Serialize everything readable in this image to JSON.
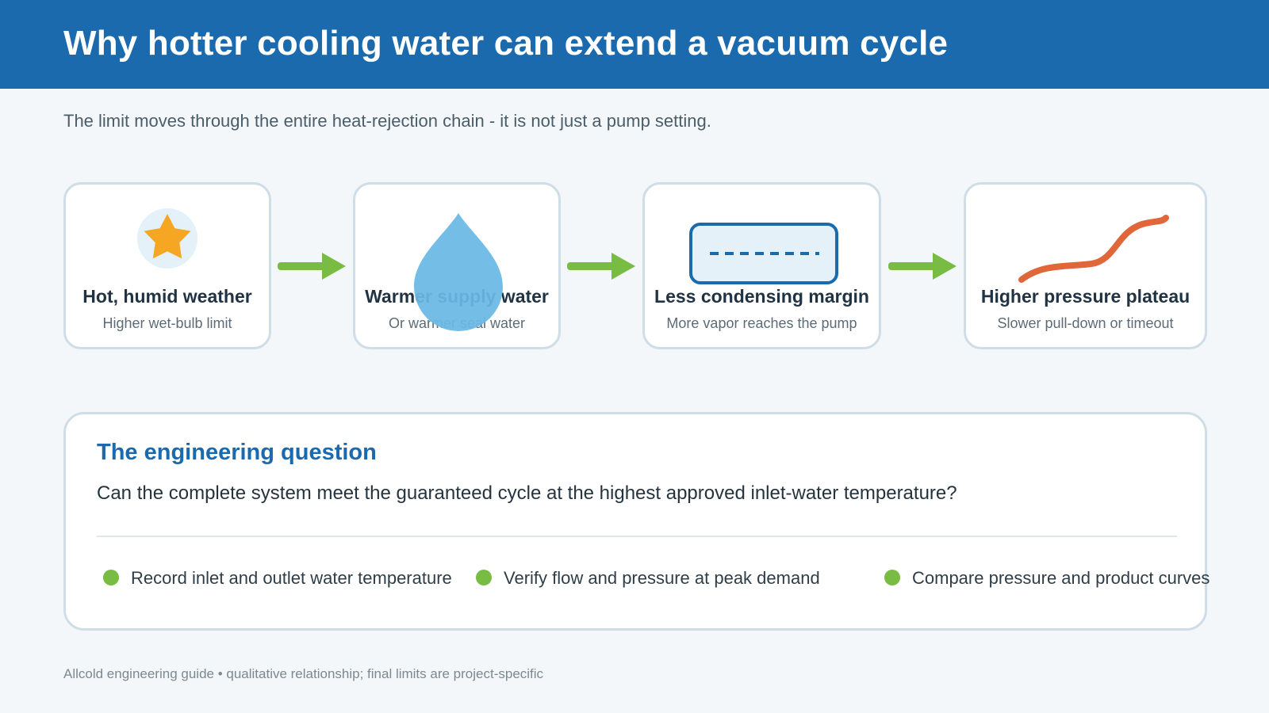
{
  "header": {
    "title": "Why hotter cooling water can extend a vacuum cycle"
  },
  "subtitle": "The limit moves through the entire heat-rejection chain - it is not just a pump setting.",
  "flow": [
    {
      "title": "Hot, humid weather",
      "subtitle": "Higher wet-bulb limit",
      "icon": "sun-star-icon"
    },
    {
      "title": "Warmer supply water",
      "subtitle": "Or warmer seal water",
      "icon": "water-drop-icon"
    },
    {
      "title": "Less condensing margin",
      "subtitle": "More vapor reaches the pump",
      "icon": "condenser-icon"
    },
    {
      "title": "Higher pressure plateau",
      "subtitle": "Slower pull-down or timeout",
      "icon": "pressure-curve-icon"
    }
  ],
  "question": {
    "heading": "The engineering question",
    "text": "Can the complete system meet the guaranteed cycle at the highest approved inlet-water temperature?",
    "checks": [
      "Record inlet and outlet water temperature",
      "Verify flow and pressure at peak demand",
      "Compare pressure and product curves"
    ]
  },
  "footer": "Allcold engineering guide • qualitative relationship; final limits are project-specific",
  "colors": {
    "header": "#1a6aad",
    "arrow": "#78bc43",
    "star": "#f5a623",
    "drop": "#6ab9e6",
    "condenser_border": "#1a6aad",
    "curve": "#e0673a",
    "check_dot": "#78bc43"
  }
}
